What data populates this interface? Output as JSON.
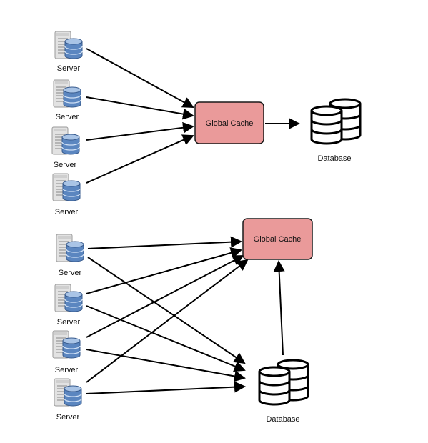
{
  "colors": {
    "cache_fill": "#ea9a9a",
    "cache_stroke": "#1a1a1a",
    "arrow": "#000000",
    "server_body": "#dcdcdc",
    "disk_blue": "#5b86c0"
  },
  "icons": {
    "server": "server-with-database-icon",
    "database": "database-cylinders-icon"
  },
  "top_section": {
    "servers": [
      "Server",
      "Server",
      "Server",
      "Server"
    ],
    "cache_label": "Global Cache",
    "database_label": "Database"
  },
  "bottom_section": {
    "servers": [
      "Server",
      "Server",
      "Server",
      "Server"
    ],
    "cache_label": "Global Cache",
    "database_label": "Database"
  }
}
